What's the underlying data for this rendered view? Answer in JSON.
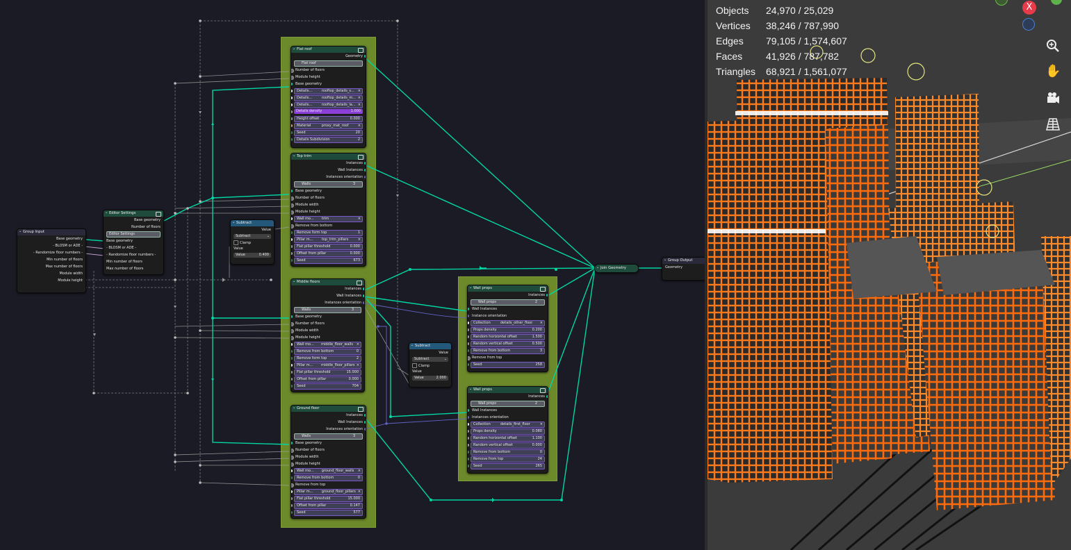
{
  "stats": {
    "rows": [
      {
        "k": "Objects",
        "v": "24,970 / 25,029"
      },
      {
        "k": "Vertices",
        "v": "38,246 / 787,990"
      },
      {
        "k": "Edges",
        "v": "79,105 / 1,574,607"
      },
      {
        "k": "Faces",
        "v": "41,926 / 787,782"
      },
      {
        "k": "Triangles",
        "v": "68,921 / 1,561,077"
      }
    ]
  },
  "viewport_tools": {
    "close_label": "X"
  },
  "nodes": {
    "group_input": {
      "title": "Group Input",
      "outputs": [
        "Base geometry",
        "- BLOSM or ADE -",
        "- Randomize floor numbers -",
        "Min number of floors",
        "Max number of floors",
        "Module width",
        "Module height"
      ]
    },
    "editor_settings": {
      "title": "Editor Settings",
      "outputs": [
        "Base geometry",
        "Number of floors"
      ],
      "selector": "Editor Settings",
      "inputs": [
        "Base geometry",
        "- BLOSM or ADE -",
        "- Randomize floor numbers -",
        "Min number of floors",
        "Max number of floors"
      ]
    },
    "subtract1": {
      "title": "Subtract",
      "output": "Value",
      "op": "Subtract",
      "clamp": "Clamp",
      "in_label": "Value",
      "field_label": "Value",
      "field_value": "0.400"
    },
    "subtract2": {
      "title": "Subtract",
      "output": "Value",
      "op": "Subtract",
      "clamp": "Clamp",
      "in_label": "Value",
      "field_label": "Value",
      "field_value": "2.000"
    },
    "flat_roof": {
      "title": "Flat roof",
      "output": "Geometry",
      "selector": "Flat roof",
      "rows": [
        {
          "t": "in",
          "label": "Number of floors"
        },
        {
          "t": "in",
          "label": "Module height"
        },
        {
          "t": "in",
          "label": "Base geometry"
        },
        {
          "t": "obj",
          "label": "Details...",
          "value": "rooftop_details_s..."
        },
        {
          "t": "obj",
          "label": "Details...",
          "value": "rooftop_details_m..."
        },
        {
          "t": "obj",
          "label": "Details...",
          "value": "rooftop_details_la..."
        },
        {
          "t": "hi",
          "label": "Details density",
          "value": "1.000"
        },
        {
          "t": "val",
          "label": "Height offset",
          "value": "0.000"
        },
        {
          "t": "obj",
          "label": "Material",
          "value": "proxy_mat_roof"
        },
        {
          "t": "val",
          "label": "Seed",
          "value": "20"
        },
        {
          "t": "val",
          "label": "Details Subdivision",
          "value": "2"
        }
      ]
    },
    "top_trim": {
      "title": "Top trim",
      "outputs": [
        "Instances",
        "Wall Instances",
        "Instances orientation"
      ],
      "selector": "Walls",
      "selector_num": "3",
      "rows": [
        {
          "t": "in",
          "label": "Base geometry"
        },
        {
          "t": "in",
          "label": "Number of floors"
        },
        {
          "t": "in",
          "label": "Module width"
        },
        {
          "t": "in",
          "label": "Module height"
        },
        {
          "t": "obj",
          "label": "Wall mo...",
          "value": "trim"
        },
        {
          "t": "in",
          "label": "Remove from bottom"
        },
        {
          "t": "val",
          "label": "Remove form top",
          "value": "1"
        },
        {
          "t": "obj",
          "label": "Pillar m...",
          "value": "top_trim_pillars"
        },
        {
          "t": "val",
          "label": "Flat pillar threshold",
          "value": "0.000"
        },
        {
          "t": "val",
          "label": "Offset from pillar",
          "value": "0.000"
        },
        {
          "t": "val",
          "label": "Seed",
          "value": "673"
        }
      ]
    },
    "middle_floors": {
      "title": "Middle floors",
      "outputs": [
        "Instances",
        "Wall Instances",
        "Instances orientation"
      ],
      "selector": "Walls",
      "selector_num": "3",
      "rows": [
        {
          "t": "in",
          "label": "Base geometry"
        },
        {
          "t": "in",
          "label": "Number of floors"
        },
        {
          "t": "in",
          "label": "Module width"
        },
        {
          "t": "in",
          "label": "Module height"
        },
        {
          "t": "obj",
          "label": "Wall mo...",
          "value": "middle_floor_walls"
        },
        {
          "t": "val",
          "label": "Remove from bottom",
          "value": "0"
        },
        {
          "t": "val",
          "label": "Remove form top",
          "value": "2"
        },
        {
          "t": "obj",
          "label": "Pillar m...",
          "value": "middle_floor_pillars"
        },
        {
          "t": "val",
          "label": "Flat pillar threshold",
          "value": "15.000"
        },
        {
          "t": "val",
          "label": "Offset from pillar",
          "value": "0.000"
        },
        {
          "t": "val",
          "label": "Seed",
          "value": "704"
        }
      ]
    },
    "ground_floor": {
      "title": "Ground floor",
      "outputs": [
        "Instances",
        "Wall Instances",
        "Instances orientation"
      ],
      "selector": "Walls",
      "selector_num": "3",
      "rows": [
        {
          "t": "in",
          "label": "Base geometry"
        },
        {
          "t": "in",
          "label": "Number of floors"
        },
        {
          "t": "in",
          "label": "Module width"
        },
        {
          "t": "in",
          "label": "Module height"
        },
        {
          "t": "obj",
          "label": "Wall mo...",
          "value": "ground_floor_walls"
        },
        {
          "t": "val",
          "label": "Remove from bottom",
          "value": "0"
        },
        {
          "t": "in",
          "label": "Remove from top"
        },
        {
          "t": "obj",
          "label": "Pillar m...",
          "value": "ground_floor_pillars"
        },
        {
          "t": "val",
          "label": "Flat pillar threshold",
          "value": "15.000"
        },
        {
          "t": "val",
          "label": "Offset from pillar",
          "value": "0.147"
        },
        {
          "t": "val",
          "label": "Seed",
          "value": "577"
        }
      ]
    },
    "wall_props1": {
      "title": "Wall props",
      "output": "Instances",
      "selector": "Wall props",
      "selector_num": "2",
      "rows": [
        {
          "t": "in",
          "label": "Wall Instances"
        },
        {
          "t": "in",
          "label": "Instance orientation"
        },
        {
          "t": "obj",
          "label": "Collection",
          "value": "details_other_floor"
        },
        {
          "t": "val",
          "label": "Props density",
          "value": "0.200"
        },
        {
          "t": "val",
          "label": "Random horizontal offset",
          "value": "1.500"
        },
        {
          "t": "val",
          "label": "Random vertical offset",
          "value": "0.500"
        },
        {
          "t": "val",
          "label": "Remove from bottom",
          "value": "3"
        },
        {
          "t": "in",
          "label": "Remove from top"
        },
        {
          "t": "val",
          "label": "Seed",
          "value": "258"
        }
      ]
    },
    "wall_props2": {
      "title": "Wall props",
      "output": "Instances",
      "selector": "Wall props",
      "selector_num": "2",
      "rows": [
        {
          "t": "in",
          "label": "Wall Instances"
        },
        {
          "t": "in",
          "label": "Instances orientation"
        },
        {
          "t": "obj",
          "label": "Collection",
          "value": "details_first_floor"
        },
        {
          "t": "val",
          "label": "Props density",
          "value": "0.080"
        },
        {
          "t": "val",
          "label": "Random horizontal offset",
          "value": "1.100"
        },
        {
          "t": "val",
          "label": "Random vertical offset",
          "value": "0.000"
        },
        {
          "t": "val",
          "label": "Remove from bottom",
          "value": "0"
        },
        {
          "t": "val",
          "label": "Remove from top",
          "value": "24"
        },
        {
          "t": "val",
          "label": "Seed",
          "value": "265"
        }
      ]
    },
    "join_geometry": {
      "title": "Join Geometry"
    },
    "group_output": {
      "title": "Group Output",
      "input": "Geometry"
    }
  },
  "colors": {
    "frame": "#6d8a2b",
    "wire_geometry": "#00d6a3",
    "wire_vector": "#6363c7",
    "wire_float": "#a1a1a1",
    "building_orange": "#ff7a1a"
  }
}
